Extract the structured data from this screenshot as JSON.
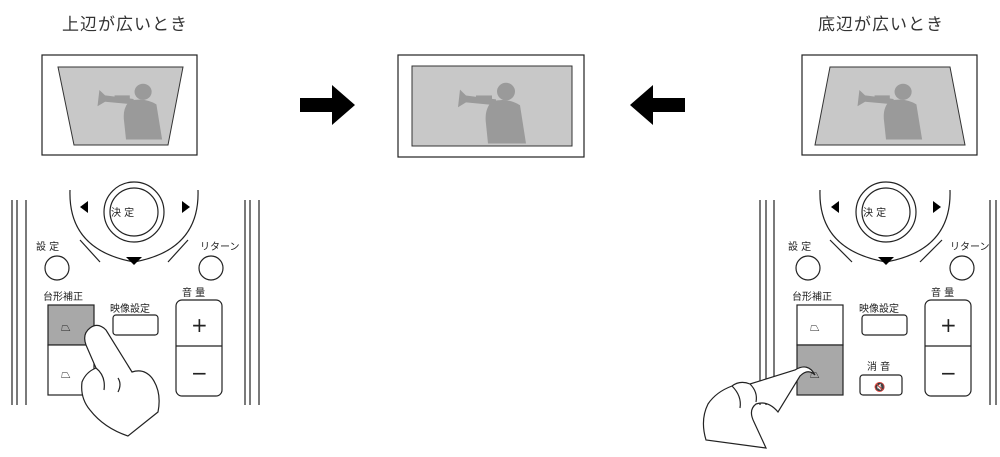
{
  "captions": {
    "top_wide": "上辺が広いとき",
    "bottom_wide": "底辺が広いとき"
  },
  "remote": {
    "enter_label": "決 定",
    "settings_label": "設 定",
    "return_label": "リターン",
    "keystone_label": "台形補正",
    "picture_label": "映像設定",
    "volume_label": "音 量",
    "mute_label": "消 音",
    "plus": "+",
    "minus": "−"
  },
  "colors": {
    "screen_bg": "#c8c8c8",
    "figure": "#9a9a9a",
    "pressed_button": "#a8a8a8",
    "arrow": "#000000"
  }
}
